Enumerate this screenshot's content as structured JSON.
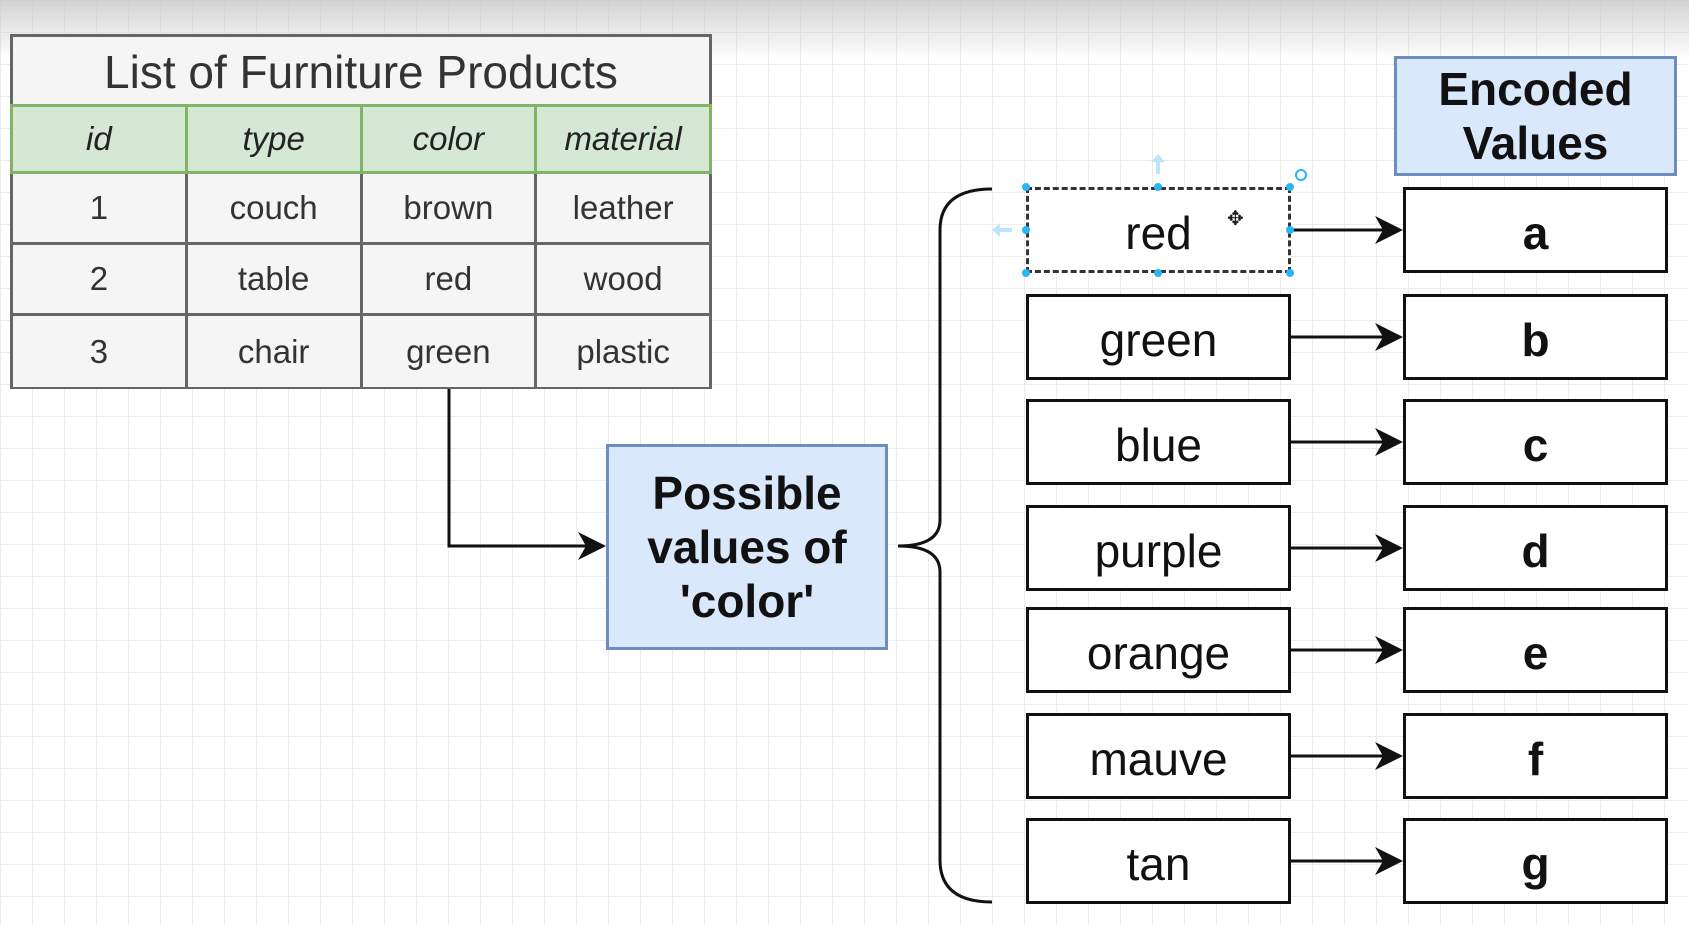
{
  "table": {
    "title": "List of Furniture Products",
    "columns": [
      "id",
      "type",
      "color",
      "material"
    ],
    "rows": [
      [
        "1",
        "couch",
        "brown",
        "leather"
      ],
      [
        "2",
        "table",
        "red",
        "wood"
      ],
      [
        "3",
        "chair",
        "green",
        "plastic"
      ]
    ]
  },
  "possible_values_box": {
    "line1": "Possible",
    "line2": "values of",
    "line3": "'color'"
  },
  "encoded_header": {
    "line1": "Encoded",
    "line2": "Values"
  },
  "color_values": [
    "red",
    "green",
    "blue",
    "purple",
    "orange",
    "mauve",
    "tan"
  ],
  "encoded_values": [
    "a",
    "b",
    "c",
    "d",
    "e",
    "f",
    "g"
  ],
  "selected_value": "red",
  "colors": {
    "header_fill": "#d5e8d4",
    "header_border": "#82b366",
    "note_fill": "#dae8fc",
    "note_border": "#6c8ebf",
    "selection_handle": "#29b6f2"
  }
}
